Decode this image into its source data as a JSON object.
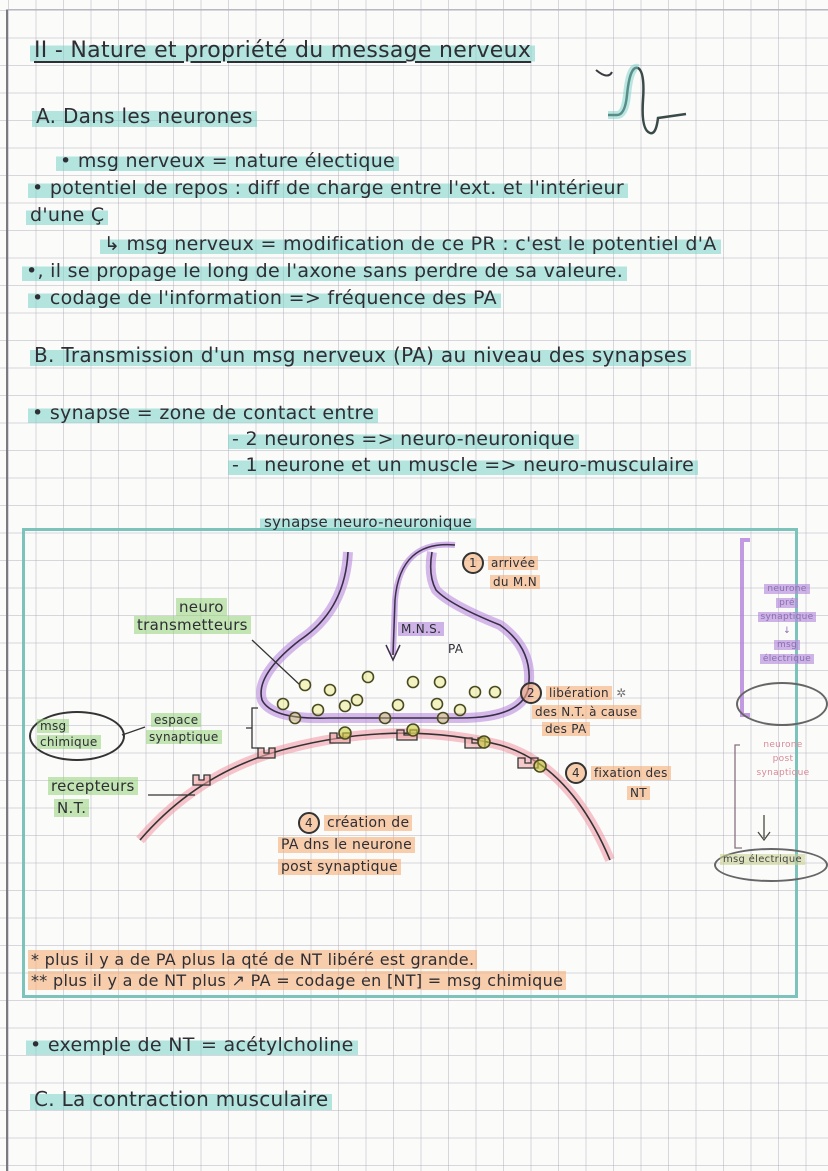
{
  "page": {
    "title": "II - Nature et propriété du message nerveux",
    "sections": {
      "A": {
        "heading": "A. Dans les neurones",
        "bullets": [
          "• msg nerveux = nature électique",
          "• potentiel de repos : diff de charge entre l'ext. et l'intérieur",
          "d'une Ç",
          "↳ msg nerveux = modification de ce PR : c'est le potentiel d'A",
          "•, il se propage le long de l'axone sans perdre de sa valeure.",
          "• codage de l'information => fréquence des PA"
        ]
      },
      "B": {
        "heading": "B. Transmission d'un msg nerveux (PA) au niveau des synapses",
        "definition": "• synapse = zone de contact entre",
        "subitems": [
          "- 2 neurones => neuro-neuronique",
          "- 1 neurone et un muscle => neuro-musculaire"
        ]
      },
      "C": {
        "heading": "C. La contraction musculaire"
      }
    },
    "diagram": {
      "title": "synapse neuro-neuronique",
      "labels": {
        "neurotransmetteurs": [
          "neuro",
          "transmetteurs"
        ],
        "mns": "M.N.S.",
        "pa": "PA",
        "espace_synaptique": [
          "espace",
          "synaptique"
        ],
        "msg_chimique": [
          "msg",
          "chimique"
        ],
        "recepteurs": [
          "recepteurs",
          "N.T."
        ]
      },
      "steps": [
        {
          "num": "1",
          "lines": [
            "arrivée",
            "du M.N"
          ]
        },
        {
          "num": "2",
          "lines": [
            "libération",
            "des N.T. à cause",
            "des PA"
          ]
        },
        {
          "num": "4",
          "lines": [
            "fixation des",
            "NT"
          ]
        },
        {
          "num": "4",
          "lines": [
            "création de",
            "PA dns le neurone",
            "post synaptique"
          ]
        }
      ],
      "side_notes": {
        "top": [
          "neurone",
          "pré",
          "synaptique",
          "↓",
          "msg",
          "électrique"
        ],
        "bottom": [
          "neurone",
          "post",
          "synaptique",
          "↓",
          "msg électrique"
        ]
      },
      "footnotes": [
        "* plus il y a de PA plus la qté de NT libéré est grande.",
        "** plus il y a de NT plus ↗ PA = codage en [NT] = msg chimique"
      ]
    },
    "example": "• exemple de NT = acétylcholine"
  }
}
